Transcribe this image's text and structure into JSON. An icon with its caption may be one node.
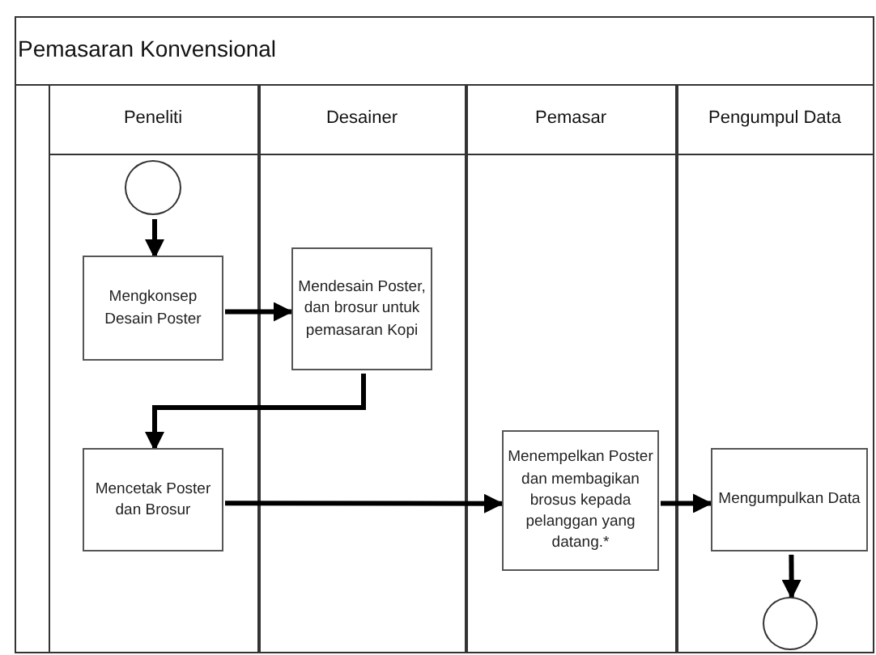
{
  "diagram": {
    "nodes": [
      {
        "text": [
          "Pemasaran Konvensional"
        ]
      },
      {
        "text": [
          "Peneliti"
        ],
        "in": 0
      },
      {
        "text": [
          "Desainer"
        ],
        "in": 0
      },
      {
        "text": [
          "Pemasar"
        ],
        "in": 0
      },
      {
        "text": [
          "Pengumpul Data"
        ],
        "in": 0
      },
      {
        "text": [],
        "shape": "circle",
        "in": 1
      },
      {
        "text": [
          "Mengkonsep Desain Poster"
        ],
        "in": 1
      },
      {
        "text": [
          "Mendesain Poster, dan brosur untuk pemasaran Kopi"
        ],
        "in": 2
      },
      {
        "text": [
          "Mencetak Poster dan Brosur"
        ],
        "in": 1
      },
      {
        "text": [
          "Menempelkan Poster dan membagikan brosus kepada pelanggan yang datang.*"
        ],
        "in": 3
      },
      {
        "text": [
          "Mengumpulkan Data"
        ],
        "in": 4
      },
      {
        "text": [],
        "shape": "circle",
        "in": 4
      }
    ],
    "edges": [
      {
        "from": 5,
        "to": 6,
        "arrow": "to"
      },
      {
        "from": 6,
        "to": 7,
        "arrow": "to"
      },
      {
        "from": 7,
        "to": 8,
        "arrow": "to"
      },
      {
        "from": 8,
        "to": 9,
        "arrow": "to"
      },
      {
        "from": 9,
        "to": 10,
        "arrow": "to"
      },
      {
        "from": 10,
        "to": 11,
        "arrow": "to"
      }
    ]
  }
}
